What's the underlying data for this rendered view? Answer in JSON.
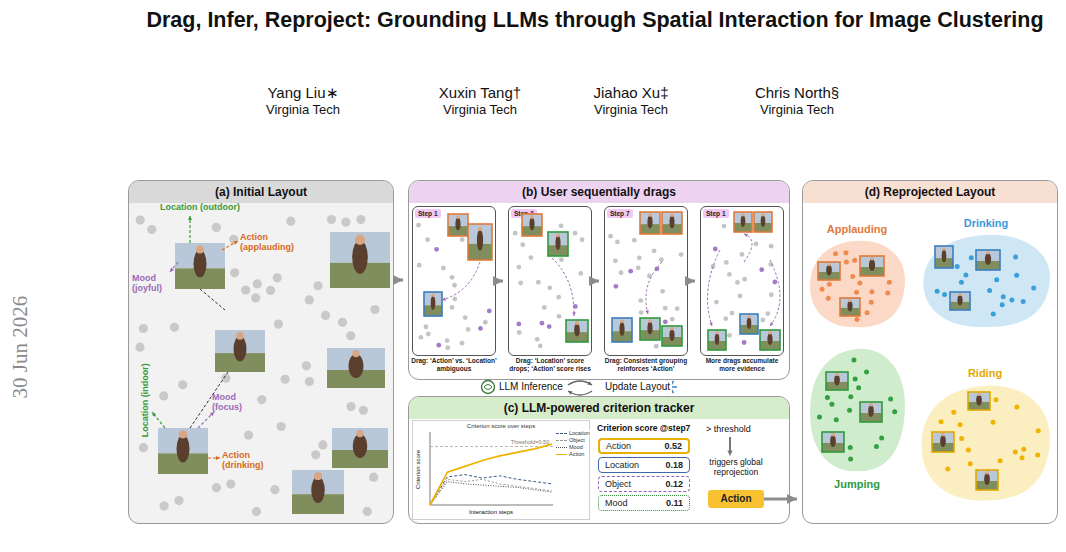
{
  "diagram": {
    "title": "Drag, Infer, Reproject: Grounding LLMs through Spatial Interaction for Image Clustering",
    "nodes": [
      {
        "text": [
          "(a) Initial Layout"
        ]
      },
      {
        "text": [
          "(b) User sequentially drags"
        ]
      },
      {
        "text": [
          "Step 1",
          "Drag: ‘Action’ vs. ‘Location’ ambiguous"
        ],
        "in": 1
      },
      {
        "text": [
          "Step 2",
          "Drag: ‘Location’ score drops; ‘Action’ score rises"
        ],
        "in": 1
      },
      {
        "text": [
          "Step 7",
          "Drag: Consistent grouping reinforces ‘Action’"
        ],
        "in": 1
      },
      {
        "text": [
          "Step 1",
          "More drags accumulate more evidence"
        ],
        "in": 1
      },
      {
        "text": [
          "(c) LLM-powered criterion tracker"
        ]
      },
      {
        "text": [
          "Criterion score over steps"
        ],
        "in": 6
      },
      {
        "text": [
          "Action",
          "0.52"
        ],
        "in": 6
      },
      {
        "text": [
          "Location",
          "0.18"
        ],
        "in": 6
      },
      {
        "text": [
          "Object",
          "0.12"
        ],
        "in": 6
      },
      {
        "text": [
          "Mood",
          "0.11"
        ],
        "in": 6
      },
      {
        "text": [
          "Action"
        ],
        "in": 6
      },
      {
        "text": [
          "(d) Reprojected Layout"
        ]
      },
      {
        "text": [
          "Applauding"
        ],
        "in": 13
      },
      {
        "text": [
          "Drinking"
        ],
        "in": 13
      },
      {
        "text": [
          "Jumping"
        ],
        "in": 13
      },
      {
        "text": [
          "Riding"
        ],
        "in": 13
      }
    ],
    "edges": [
      {
        "from": 0,
        "to": 1,
        "arrow": "to"
      },
      {
        "from": 2,
        "to": 3,
        "arrow": "to"
      },
      {
        "from": 3,
        "to": 4,
        "arrow": "to"
      },
      {
        "from": 4,
        "to": 5,
        "arrow": "to"
      },
      {
        "from": 12,
        "to": 13,
        "arrow": "to"
      }
    ],
    "labels": [
      "Yang Liu∗",
      "Virginia Tech",
      "Xuxin Tang†",
      "Virginia Tech",
      "Jiahao Xu‡",
      "Virginia Tech",
      "Chris North§",
      "Virginia Tech",
      "30 Jun 2026",
      "Location (outdoor)",
      "Action (applauding)",
      "Mood (joyful)",
      "Location (indoor)",
      "Mood (focus)",
      "Action (drinking)",
      "LLM Inference",
      "Update Layout",
      "Criterion score",
      "Interaction steps",
      "Threshold=0.50",
      "Criterion score @step7",
      "> threshold",
      "triggers global reprojection"
    ],
    "legend": [
      {
        "text": "Location"
      },
      {
        "text": "Object"
      },
      {
        "text": "Mood"
      },
      {
        "text": "Action"
      }
    ]
  }
}
